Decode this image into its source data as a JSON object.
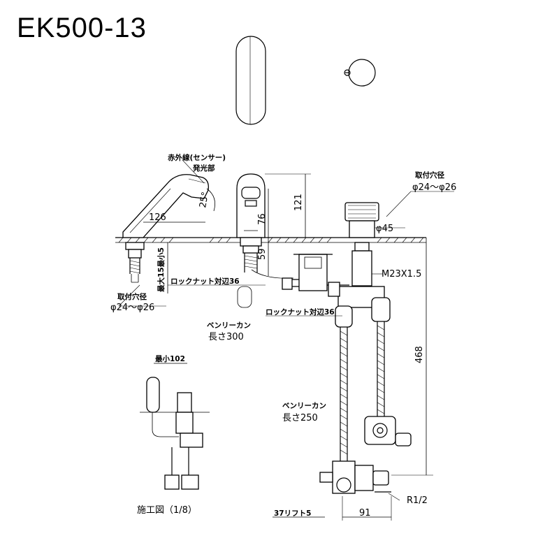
{
  "title": "EK500-13",
  "labels": {
    "sensor_line1": "赤外線(センサー)",
    "sensor_line2": "発光部",
    "mount_hole_top_title": "取付穴径",
    "mount_hole_top_value": "φ24～φ26",
    "mount_hole_left_title": "取付穴径",
    "mount_hole_left_value": "φ24～φ26",
    "max_thickness": "最大15最小5",
    "lock_nut_1": "ロックナット対辺36",
    "lock_nut_2": "ロックナット対辺36",
    "flex_tube_1_title": "ベンリーカン",
    "flex_tube_1_length": "長さ300",
    "flex_tube_2_title": "ベンリーカン",
    "flex_tube_2_length": "長さ250",
    "thread": "M23X1.5",
    "min_label": "最小102",
    "install_diagram": "施工図（1/8）",
    "lift": "37リフト5",
    "r12": "R1/2"
  },
  "dimensions": {
    "d126": "126",
    "angle": "25°",
    "d121": "121",
    "d76": "76",
    "d59": "59",
    "d45": "φ45",
    "d468": "468",
    "d91": "91"
  }
}
